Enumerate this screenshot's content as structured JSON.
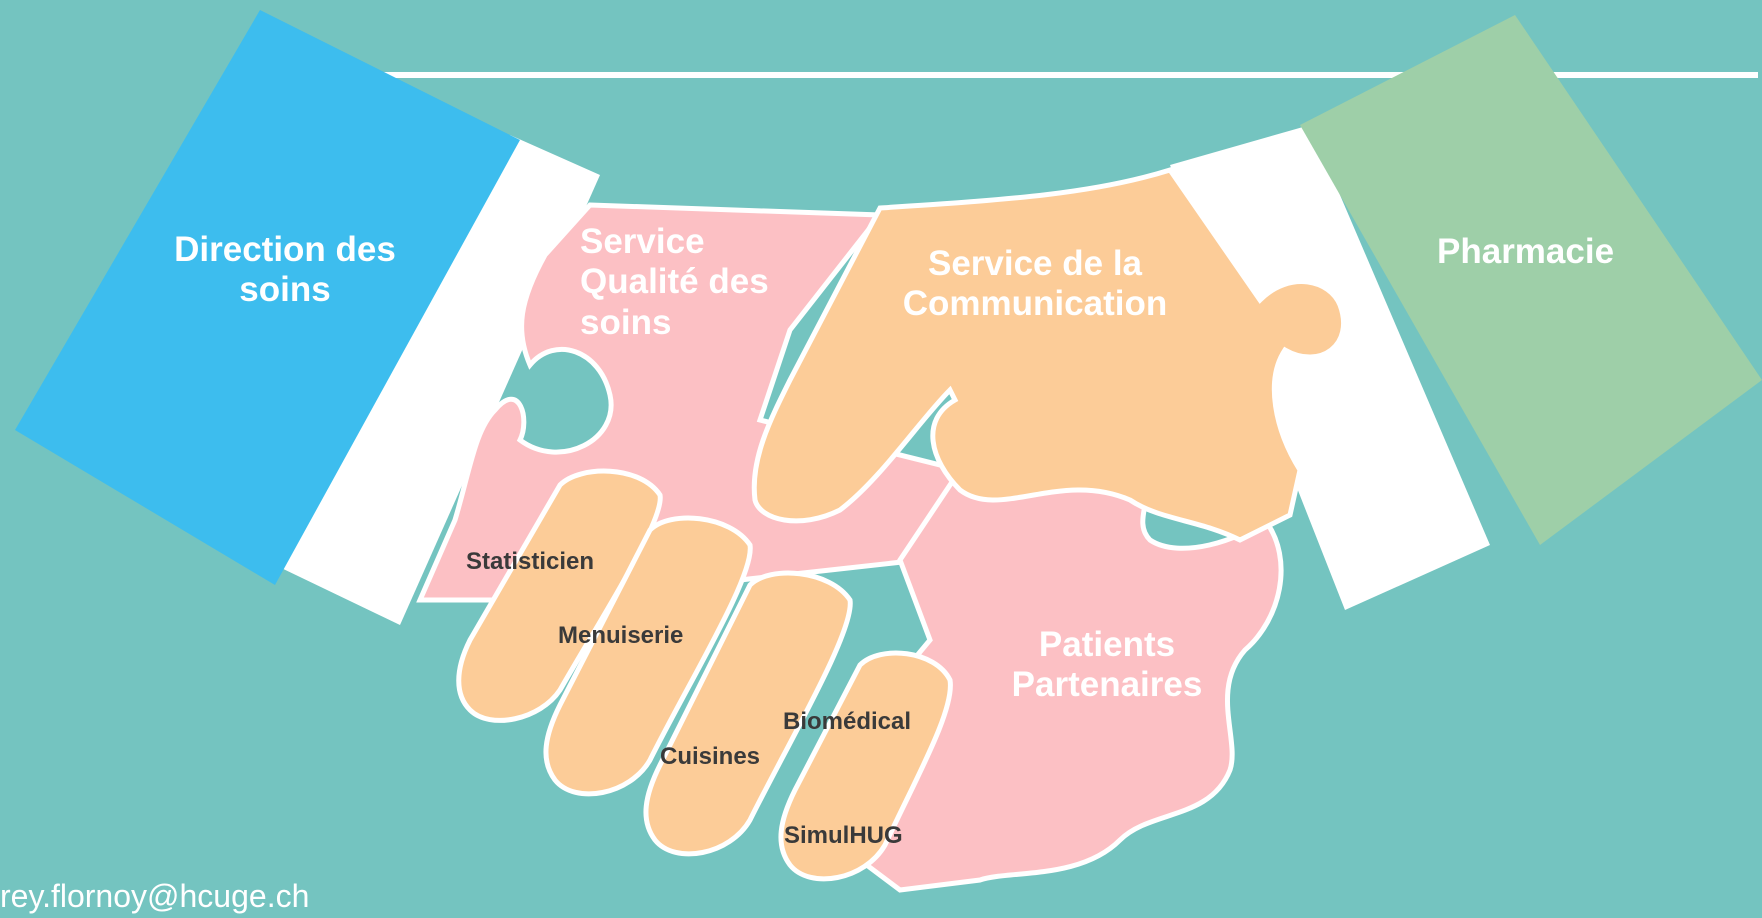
{
  "labels": {
    "direction": "Direction des soins",
    "qualite": "Service Qualité des soins",
    "communication": "Service de la Communication",
    "pharmacie": "Pharmacie",
    "patients": "Patients Partenaires",
    "statisticien": "Statisticien",
    "menuiserie": "Menuiserie",
    "cuisines": "Cuisines",
    "biomedical": "Biomédical",
    "simulhug": "SimulHUG"
  },
  "footer": {
    "email": "rey.flornoy@hcuge.ch"
  },
  "colors": {
    "background": "#74c4c0",
    "blue_sleeve": "#3dbdee",
    "green_sleeve": "#9ecfa8",
    "pink_piece": "#fcc0c4",
    "orange_piece": "#fccc98",
    "cuff": "#ffffff",
    "outline": "#ffffff"
  }
}
